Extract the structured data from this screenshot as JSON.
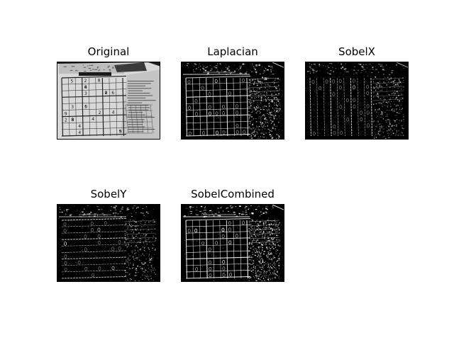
{
  "figure": {
    "panels": [
      {
        "id": "original",
        "title": "Original",
        "style": "photo"
      },
      {
        "id": "laplacian",
        "title": "Laplacian",
        "style": "laplacian"
      },
      {
        "id": "sobelx",
        "title": "SobelX",
        "style": "sobelx"
      },
      {
        "id": "sobely",
        "title": "SobelY",
        "style": "sobely"
      },
      {
        "id": "sobelcombined",
        "title": "SobelCombined",
        "style": "combined"
      }
    ]
  }
}
